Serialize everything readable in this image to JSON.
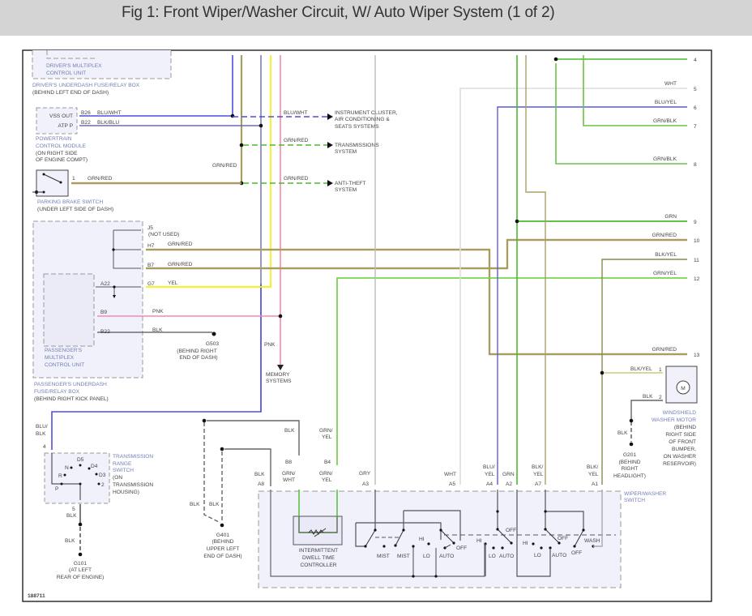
{
  "title": "Fig 1: Front Wiper/Washer Circuit, W/ Auto Wiper System (1 of 2)",
  "figure_id": "188711",
  "colors": {
    "title_bar": "#d4d4d4",
    "component_label": "#6f7fb8",
    "component_fill": "#f1f1fb",
    "wire_blu": "#4f4fe0",
    "wire_grn": "#4cba2c",
    "wire_red": "#f08a8a",
    "wire_yel": "#f2f200",
    "wire_pnk": "#f58aa8",
    "wire_blk": "#666666",
    "wire_wht": "#dddddd",
    "wire_gry": "#bbbbbb"
  },
  "components": {
    "drivers_mcu": "DRIVER'S MULTIPLEX|CONTROL UNIT",
    "drivers_box": "DRIVER'S UNDERDASH FUSE/RELAY BOX|(BEHIND LEFT END OF DASH)",
    "pcm": "POWERTRAIN|CONTROL MODULE|(ON RIGHT SIDE|OF ENGINE COMPT)",
    "pcm_pins": [
      "VSS OUT",
      "ATP P"
    ],
    "parking_brake": "PARKING BRAKE SWITCH|(UNDER LEFT SIDE OF DASH)",
    "passenger_mcu": "PASSENGER'S|MULTIPLEX|CONTROL UNIT",
    "passenger_box": "PASSENGER'S UNDERDASH|FUSE/RELAY BOX|(BEHIND RIGHT KICK PANEL)",
    "trans_range": "TRANSMISSION|RANGE|SWITCH",
    "trans_range_loc": "(ON|TRANSMISSION|HOUSING)",
    "trans_positions": [
      "D5",
      "N",
      "D4",
      "R",
      "D3",
      "P",
      "2"
    ],
    "idtc": "INTERMITTENT|DWELL TIME|CONTROLLER",
    "wiper_switch": "WIPER/WASHER|SWITCH",
    "washer_motor": "WINDSHIELD|WASHER MOTOR",
    "washer_motor_loc": "(BEHIND|RIGHT SIDE|OF FRONT|BUMPER,|ON WASHER|RESERVOIR)",
    "motor_symbol": "M"
  },
  "destinations": [
    "INSTRUMENT CLUSTER,|AIR CONDITIONING &|SEATS SYSTEMS",
    "TRANSMISSIONS|SYSTEM",
    "ANTI-THEFT|SYSTEM",
    "MEMORY|SYSTEMS"
  ],
  "grounds": [
    {
      "id": "G503",
      "loc": "(BEHIND RIGHT|END OF DASH)"
    },
    {
      "id": "G101",
      "loc": "(AT LEFT|REAR OF ENGINE)"
    },
    {
      "id": "G401",
      "loc": "(BEHIND|UPPER LEFT|END OF DASH)"
    },
    {
      "id": "G201",
      "loc": "(BEHIND|RIGHT|HEADLIGHT)"
    }
  ],
  "connectors": {
    "pcm": [
      "B26",
      "B22"
    ],
    "parking_brake": "1",
    "passenger_box": [
      "J5",
      "H7",
      "B7",
      "G7",
      "A22",
      "B9",
      "B22"
    ],
    "not_used": "(NOT USED)",
    "trans_range": [
      "4",
      "5"
    ],
    "idtc": [
      "B8",
      "B4"
    ],
    "wiper_switch": [
      "A8",
      "A3",
      "A5",
      "A4",
      "A2",
      "A7",
      "A1"
    ],
    "washer_motor": [
      "1",
      "2"
    ]
  },
  "wire_labels": {
    "pcm_b26": "BLU/WHT",
    "pcm_b22": "BLK/BLU",
    "to_cluster": "BLU/WHT",
    "to_trans": "GRN/RED",
    "to_antitheft": "GRN/RED",
    "vertical_grnred": "GRN/RED",
    "parking": "GRN/RED",
    "h7": "GRN/RED",
    "b7": "GRN/RED",
    "g7": "YEL",
    "b9": "PNK",
    "b22": "BLK",
    "pnk_down": "PNK",
    "trans_4": "BLU/|BLK",
    "trans_5": "BLK",
    "g101": "BLK",
    "g401_a": "BLK",
    "g401_b": "BLK",
    "b8_top": "BLK",
    "b4_top": "GRN/|YEL",
    "b8": "GRN/|WHT",
    "b4": "GRN/|YEL",
    "a8": "BLK",
    "a3": "GRY",
    "a5": "WHT",
    "a4": "BLU/|YEL",
    "a2": "GRN",
    "a7": "BLK/|YEL",
    "a1": "BLK/|YEL",
    "motor_1": "BLK/YEL",
    "motor_2": "BLK",
    "g201": "BLK"
  },
  "continuations": [
    {
      "num": "4",
      "label": ""
    },
    {
      "num": "5",
      "label": "WHT"
    },
    {
      "num": "6",
      "label": "BLU/YEL"
    },
    {
      "num": "7",
      "label": "GRN/BLK"
    },
    {
      "num": "8",
      "label": "GRN/BLK"
    },
    {
      "num": "9",
      "label": "GRN"
    },
    {
      "num": "10",
      "label": "GRN/RED"
    },
    {
      "num": "11",
      "label": "BLK/YEL"
    },
    {
      "num": "12",
      "label": "GRN/YEL"
    },
    {
      "num": "13",
      "label": "GRN/RED"
    }
  ],
  "switch_positions": {
    "mist": [
      "MIST",
      "MIST"
    ],
    "left": [
      "HI",
      "LO",
      "AUTO",
      "OFF"
    ],
    "middle": [
      "HI",
      "LO",
      "AUTO",
      "OFF"
    ],
    "right": [
      "HI",
      "LO",
      "AUTO",
      "OFF"
    ],
    "wash": [
      "WASH",
      "OFF"
    ]
  }
}
